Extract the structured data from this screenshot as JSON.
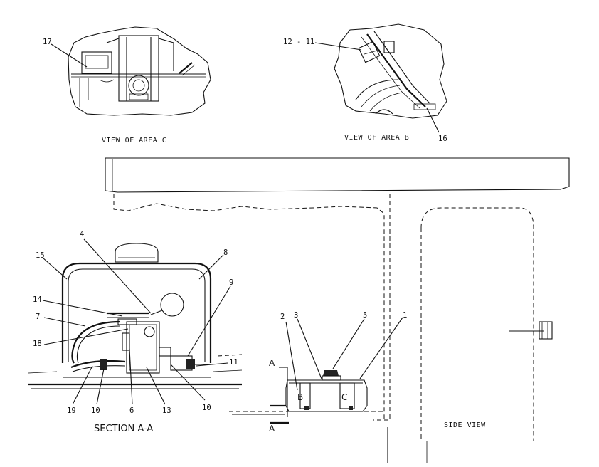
{
  "views": {
    "area_c": {
      "caption": "VIEW OF AREA C",
      "callouts": [
        "17"
      ]
    },
    "area_b": {
      "caption": "VIEW OF AREA B",
      "callouts": [
        "12 - 11",
        "16"
      ]
    },
    "section": {
      "caption": "SECTION A-A",
      "callouts": [
        "4",
        "8",
        "15",
        "9",
        "14",
        "7",
        "18",
        "11",
        "19",
        "10",
        "6",
        "13",
        "10"
      ]
    },
    "side": {
      "caption": "SIDE VIEW",
      "callouts": [
        "2",
        "3",
        "5",
        "1"
      ],
      "section_marks": [
        "A",
        "A"
      ],
      "area_letters": [
        "B",
        "C"
      ]
    }
  }
}
